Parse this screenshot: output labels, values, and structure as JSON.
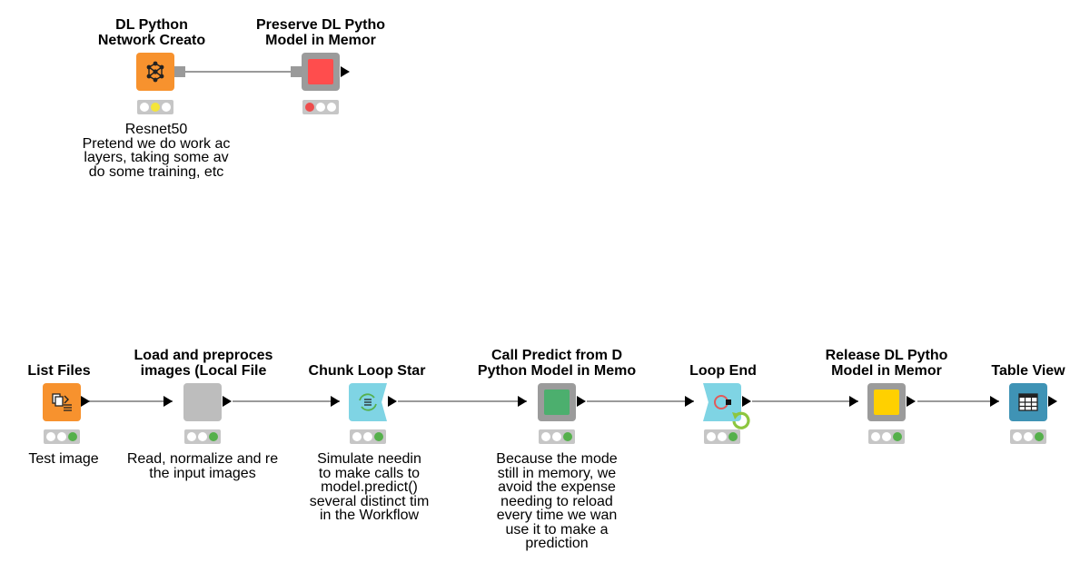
{
  "nodes": {
    "network_creator": {
      "title": "DL Python\nNetwork Creato",
      "desc": "Resnet50\nPretend we do work ac\nlayers, taking some av\ndo some training, etc"
    },
    "preserve_model": {
      "title": "Preserve DL Pytho\nModel in Memor",
      "desc": ""
    },
    "list_files": {
      "title": "List Files",
      "desc": "Test image"
    },
    "load_preprocess": {
      "title": "Load and preproces\nimages (Local File",
      "desc": "Read, normalize and re\nthe input images"
    },
    "chunk_loop_start": {
      "title": "Chunk Loop Star",
      "desc": "Simulate needin\nto make calls to\nmodel.predict()\nseveral distinct tim\nin the Workflow"
    },
    "call_predict": {
      "title": "Call Predict from D\nPython Model in Memo",
      "desc": "Because the mode\nstill in memory, we\navoid the expense\nneeding to reload\nevery time we wan\nuse it to make a\nprediction"
    },
    "loop_end": {
      "title": "Loop End",
      "desc": ""
    },
    "release_model": {
      "title": "Release DL Pytho\nModel in Memor",
      "desc": ""
    },
    "table_view": {
      "title": "Table View",
      "desc": ""
    }
  },
  "colors": {
    "learner_orange": "#f7922e",
    "loop_blue": "#7fd4e4",
    "view_blue": "#3f93b5",
    "metanode_gray": "#bdbdbd",
    "status_gray": "#c6c6c6",
    "status_green": "#55b04b",
    "status_yellow": "#f4e53a",
    "status_red": "#ee4d4d",
    "preserve_red": "#ff4d4d",
    "predict_green": "#4caf6e",
    "release_yellow": "#ffd000",
    "wrapper_gray": "#9b9b9b"
  },
  "icons": {
    "network_creator": "neural-network-icon",
    "list_files": "file-list-icon",
    "chunk_loop_start": "loop-start-icon",
    "loop_end": "loop-end-icon",
    "loop_end_badge": "refresh-icon",
    "table_view": "table-icon"
  }
}
